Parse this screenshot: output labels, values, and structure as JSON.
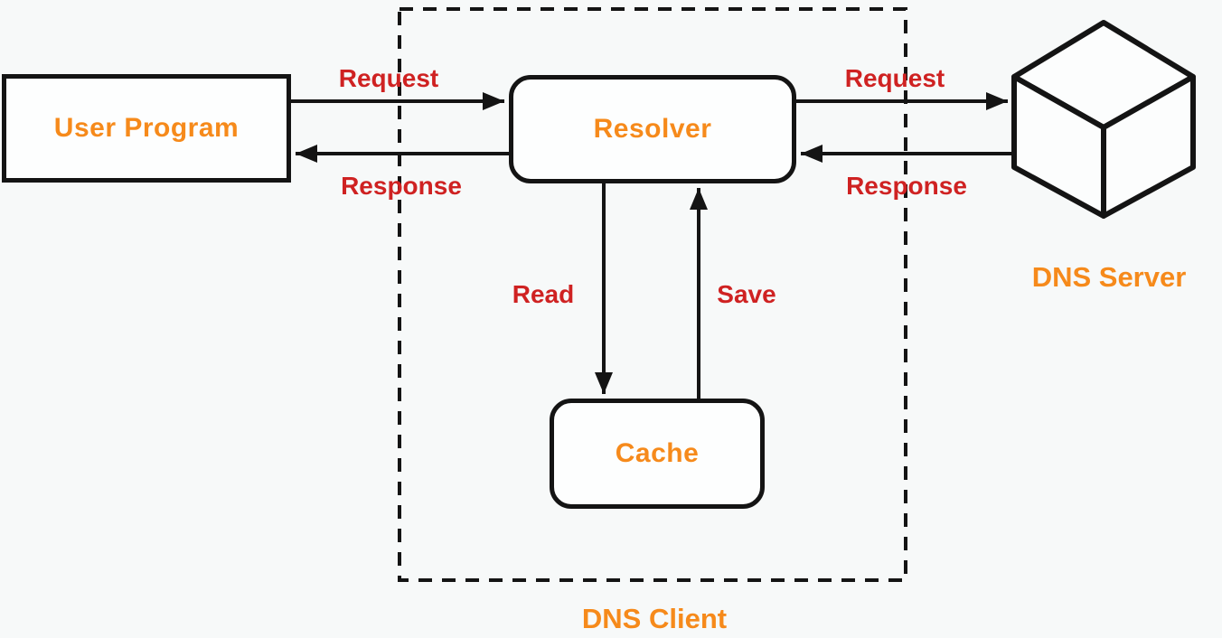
{
  "nodes": {
    "user_program": {
      "label": "User Program"
    },
    "resolver": {
      "label": "Resolver"
    },
    "cache": {
      "label": "Cache"
    },
    "dns_server": {
      "label": "DNS Server",
      "icon": "cube-icon"
    }
  },
  "groups": {
    "dns_client": {
      "label": "DNS Client",
      "style": "dashed-border"
    }
  },
  "edges": {
    "user_to_resolver": {
      "from": "user_program",
      "to": "resolver",
      "label": "Request"
    },
    "resolver_to_user": {
      "from": "resolver",
      "to": "user_program",
      "label": "Response"
    },
    "resolver_to_server": {
      "from": "resolver",
      "to": "dns_server",
      "label": "Request"
    },
    "server_to_resolver": {
      "from": "dns_server",
      "to": "resolver",
      "label": "Response"
    },
    "resolver_to_cache": {
      "from": "resolver",
      "to": "cache",
      "label": "Read"
    },
    "cache_to_resolver": {
      "from": "cache",
      "to": "resolver",
      "label": "Save"
    }
  },
  "colors": {
    "background": "#f7f9f9",
    "line": "#141414",
    "node_fill": "#fdfefe",
    "node_label": "#f68a1b",
    "edge_label": "#cf2222"
  }
}
